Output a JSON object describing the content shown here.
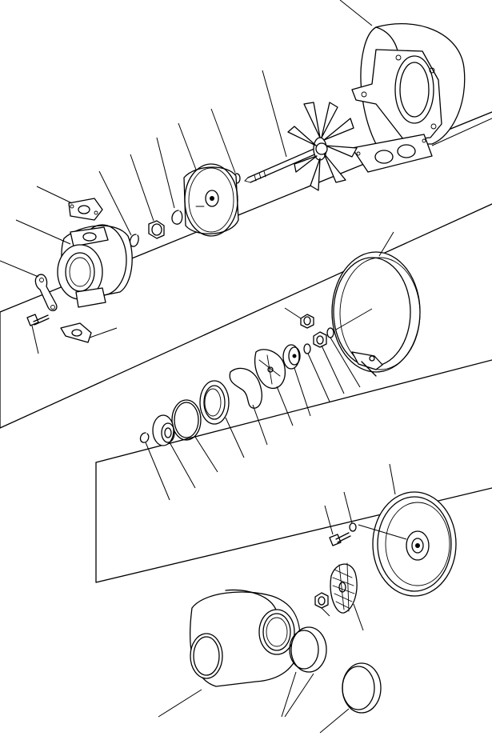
{
  "figure": {
    "type": "exploded-parts-diagram",
    "text_labels": []
  },
  "parts": [
    {
      "id": "turbine-housing",
      "icon": "turbine-housing-icon"
    },
    {
      "id": "turbine-housing-gasket",
      "icon": "gasket-icon"
    },
    {
      "id": "turbine-wheel-shaft",
      "icon": "turbine-wheel-icon"
    },
    {
      "id": "piston-ring",
      "icon": "ring-icon"
    },
    {
      "id": "heat-shield",
      "icon": "shield-plate-icon"
    },
    {
      "id": "snap-ring",
      "icon": "ring-icon"
    },
    {
      "id": "nut",
      "icon": "nut-icon"
    },
    {
      "id": "retaining-ring",
      "icon": "ring-icon"
    },
    {
      "id": "oil-inlet-gasket",
      "icon": "gasket-icon"
    },
    {
      "id": "center-housing",
      "icon": "bearing-housing-icon"
    },
    {
      "id": "lock-plate",
      "icon": "plate-icon"
    },
    {
      "id": "bolt",
      "icon": "bolt-icon"
    },
    {
      "id": "oil-outlet-gasket",
      "icon": "gasket-icon"
    },
    {
      "id": "v-band-clamp",
      "icon": "clamp-icon"
    },
    {
      "id": "clamp-nut",
      "icon": "nut-icon"
    },
    {
      "id": "thrust-collar",
      "icon": "collar-icon"
    },
    {
      "id": "thrust-bearing",
      "icon": "bearing-icon"
    },
    {
      "id": "oil-deflector",
      "icon": "deflector-icon"
    },
    {
      "id": "seal-plate",
      "icon": "plate-icon"
    },
    {
      "id": "o-ring",
      "icon": "o-ring-icon"
    },
    {
      "id": "thrust-spacer",
      "icon": "spacer-icon"
    },
    {
      "id": "backplate",
      "icon": "backplate-icon"
    },
    {
      "id": "backplate-bolt",
      "icon": "bolt-icon"
    },
    {
      "id": "backplate-washer",
      "icon": "washer-icon"
    },
    {
      "id": "compressor-wheel",
      "icon": "compressor-wheel-icon"
    },
    {
      "id": "compressor-nut",
      "icon": "nut-icon"
    },
    {
      "id": "compressor-housing",
      "icon": "compressor-housing-icon"
    },
    {
      "id": "hose",
      "icon": "hose-icon"
    },
    {
      "id": "cap",
      "icon": "cap-icon"
    }
  ]
}
